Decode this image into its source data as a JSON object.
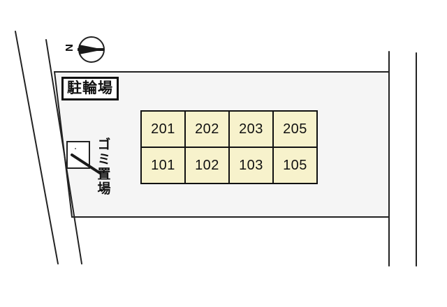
{
  "map": {
    "title": "apartment-site-plan",
    "background_color": "#ffffff",
    "lot_fill_color": "#f5f5f5",
    "lot_stroke_color": "#222222",
    "unit_fill_color": "#f7f2cc",
    "unit_stroke_color": "#111111",
    "road_line_color": "#222222"
  },
  "compass": {
    "name": "north-arrow",
    "label": "N"
  },
  "labels": {
    "bicycle_parking": "駐輪場",
    "garbage_area": "ゴミ置場"
  },
  "entrance": {
    "name": "entrance-gate"
  },
  "units": {
    "rows": [
      {
        "cells": [
          "201",
          "202",
          "203",
          "205"
        ]
      },
      {
        "cells": [
          "101",
          "102",
          "103",
          "105"
        ]
      }
    ]
  }
}
